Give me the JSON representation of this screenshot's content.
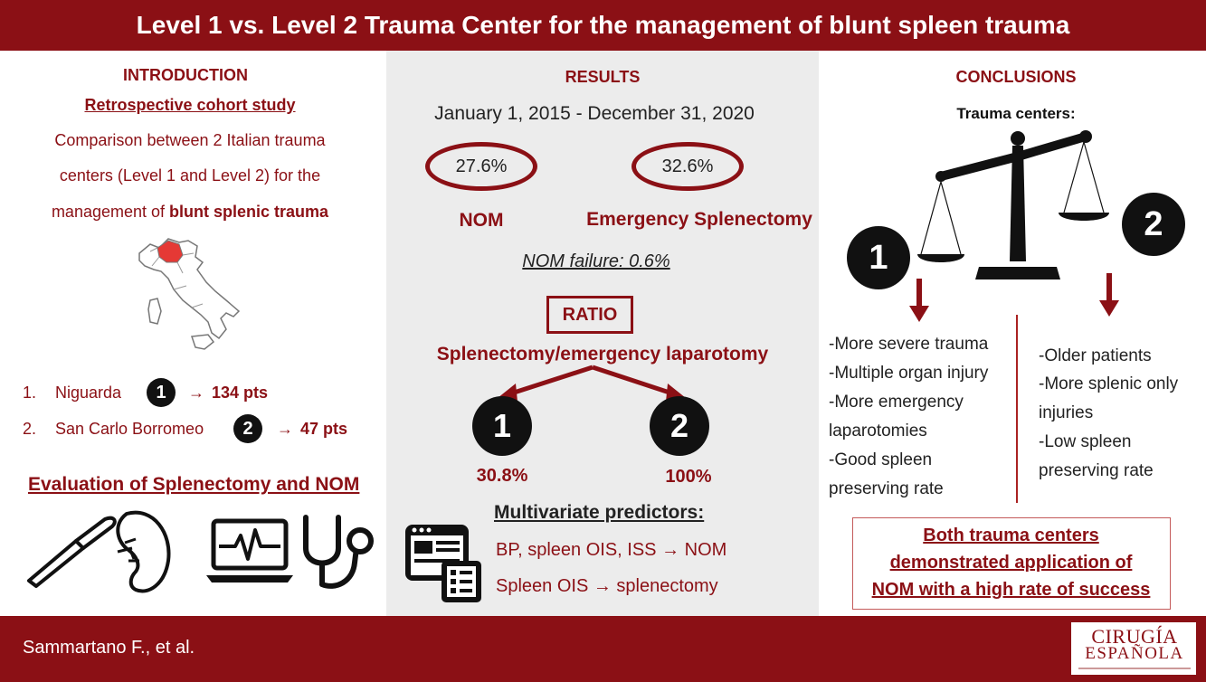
{
  "title": "Level 1 vs. Level 2 Trauma Center for the management of blunt spleen trauma",
  "introduction": {
    "heading": "INTRODUCTION",
    "study_type": "Retrospective cohort study",
    "desc_line1": "Comparison between 2 Italian trauma",
    "desc_line2": "centers (Level 1 and Level 2) for the",
    "desc_line3_plain": "management of ",
    "desc_line3_bold": "blunt splenic trauma",
    "centers": [
      {
        "index": "1.",
        "name": "Niguarda",
        "badge": "1",
        "arrow": "→",
        "patients": "134 pts"
      },
      {
        "index": "2.",
        "name": "San Carlo Borromeo",
        "badge": "2",
        "arrow": "→",
        "patients": "47 pts"
      }
    ],
    "evaluation": "Evaluation of Splenectomy and NOM"
  },
  "results": {
    "heading": "RESULTS",
    "period": "January 1, 2015 - December 31, 2020",
    "nom_value": "27.6%",
    "nom_label": "NOM",
    "splenectomy_value": "32.6%",
    "splenectomy_label": "Emergency Splenectomy",
    "nom_failure": "NOM failure: 0.6%",
    "ratio_label": "RATIO",
    "ratio_desc": "Splenectomy/emergency laparotomy",
    "level1_badge": "1",
    "level1_value": "30.8%",
    "level2_badge": "2",
    "level2_value": "100%",
    "predictors_heading": "Multivariate predictors:",
    "predictor1": "BP, spleen OIS, ISS → NOM",
    "predictor2": "Spleen OIS → splenectomy"
  },
  "conclusions": {
    "heading": "CONCLUSIONS",
    "subheading": "Trauma centers:",
    "badge1": "1",
    "badge2": "2",
    "level1_items": [
      "-More severe trauma",
      "-Multiple organ injury",
      "-More emergency",
      "laparotomies",
      "-Good spleen",
      "preserving rate"
    ],
    "level2_items": [
      "-Older patients",
      "-More splenic only",
      "injuries",
      "-Low spleen",
      "preserving rate"
    ],
    "final_line1": "Both trauma centers",
    "final_line2": "demonstrated application of",
    "final_line3": "NOM with a high rate of success"
  },
  "footer": {
    "author": "Sammartano F., et al.",
    "journal_line1": "CIRUGÍA",
    "journal_line2": "ESPAÑOLA"
  },
  "colors": {
    "accent": "#8b1015",
    "panel": "#ececec",
    "badge": "#111111"
  },
  "icons": [
    "italy-map-icon",
    "scalpel-icon",
    "spleen-icon",
    "monitor-icon",
    "stethoscope-icon",
    "documents-icon",
    "balance-scale-icon",
    "down-arrow-icon"
  ]
}
